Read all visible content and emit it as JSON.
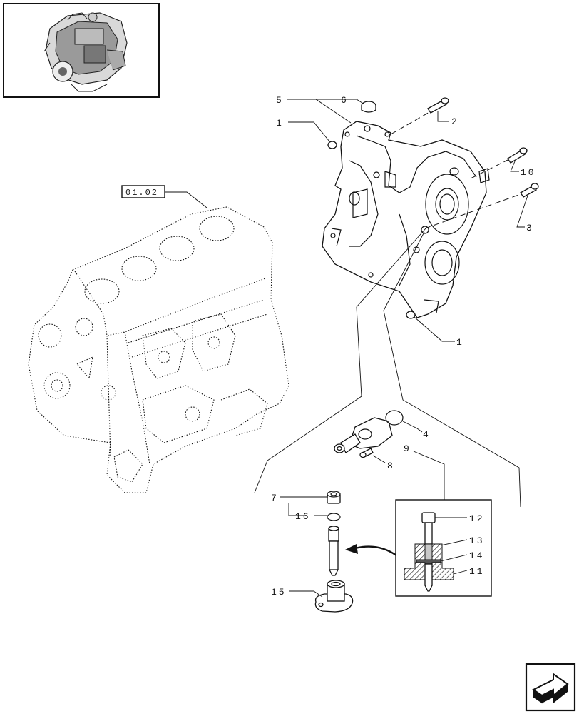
{
  "reference_code": "01.02",
  "part_labels": {
    "p1_top": "1",
    "p1_bottom": "1",
    "p2": "2",
    "p3": "3",
    "p4": "4",
    "p5": "5",
    "p6": "6",
    "p7": "7",
    "p8": "8",
    "p9": "9",
    "p10": "10",
    "p11": "11",
    "p12": "12",
    "p13": "13",
    "p14": "14",
    "p15": "15",
    "p16": "16"
  },
  "icons": {
    "thumbnail": "engine-thumbnail-icon",
    "navigation": "next-page-arrow-icon"
  }
}
